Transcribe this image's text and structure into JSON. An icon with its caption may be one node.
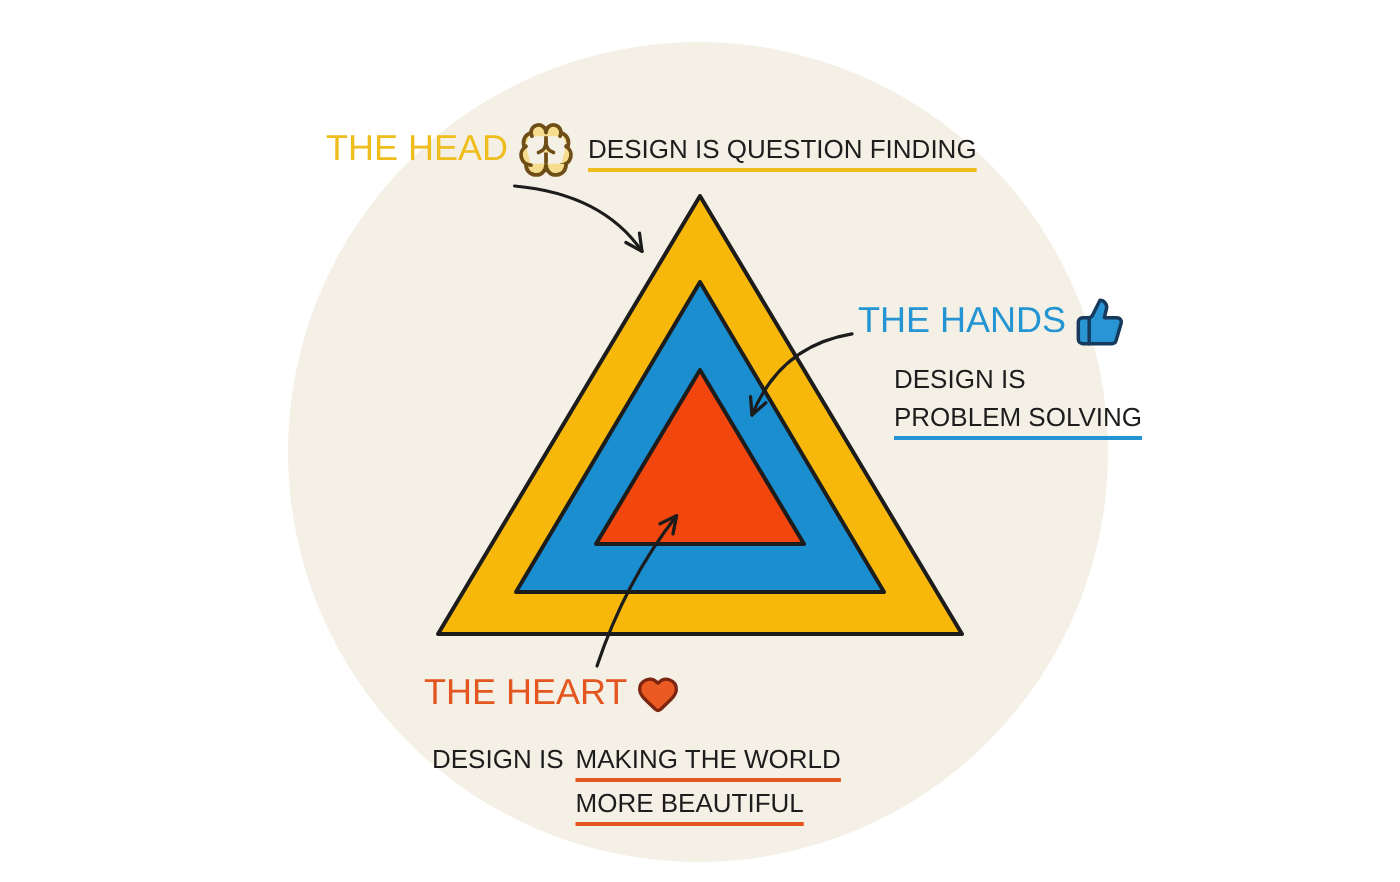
{
  "diagram": {
    "nodes": [
      {
        "text": [
          "THE HEAD",
          "DESIGN IS QUESTION FINDING"
        ]
      },
      {
        "text": [],
        "shape": "triangle"
      },
      {
        "text": [],
        "shape": "triangle",
        "in": 1
      },
      {
        "text": [],
        "shape": "triangle",
        "in": 2
      },
      {
        "text": [
          "THE HANDS",
          "DESIGN IS",
          "PROBLEM SOLVING"
        ]
      },
      {
        "text": [
          "THE HEART",
          "DESIGN IS",
          "MAKING THE WORLD MORE BEAUTIFUL"
        ]
      }
    ],
    "edges": [
      {
        "from": 0,
        "to": 1,
        "arrow": "to"
      },
      {
        "from": 4,
        "to": 2,
        "arrow": "to"
      },
      {
        "from": 5,
        "to": 3,
        "arrow": "to"
      }
    ]
  }
}
